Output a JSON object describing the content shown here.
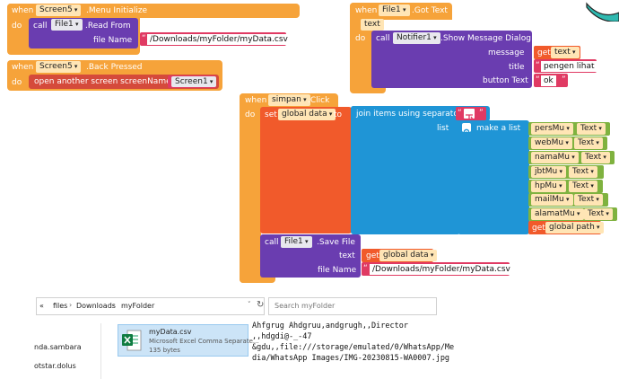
{
  "blocks": {
    "menu_init": {
      "when": "when",
      "component": "Screen5",
      "event": ".Menu Initialize",
      "do": "do",
      "call": "call",
      "file_component": "File1",
      "method": ".Read From",
      "param": "file Name",
      "value": "/Downloads/myFolder/myData.csv"
    },
    "back_pressed": {
      "when": "when",
      "component": "Screen5",
      "event": ".Back Pressed",
      "do": "do",
      "action": "open another screen  screenName",
      "screen": "Screen1"
    },
    "got_text": {
      "when": "when",
      "component": "File1",
      "event": ".Got Text",
      "param": "text",
      "do": "do",
      "call": "call",
      "notifier": "Notifier1",
      "method": ".Show Message Dialog",
      "message_label": "message",
      "message_get": "get",
      "message_var": "text",
      "title_label": "title",
      "title_value": "pengen lihat",
      "button_label": "button Text",
      "button_value": "ok"
    },
    "click": {
      "when": "when",
      "component": "simpan",
      "event": ".Click",
      "do": "do",
      "set": "set",
      "var": "global data",
      "to": "to",
      "join_label": "join items using separator",
      "list_label": "list",
      "make_list": "make a list",
      "items": [
        {
          "name": "persMu",
          "prop": "Text"
        },
        {
          "name": "webMu",
          "prop": "Text"
        },
        {
          "name": "namaMu",
          "prop": "Text"
        },
        {
          "name": "jbtMu",
          "prop": "Text"
        },
        {
          "name": "hpMu",
          "prop": "Text"
        },
        {
          "name": "mailMu",
          "prop": "Text"
        },
        {
          "name": "alamatMu",
          "prop": "Text"
        }
      ],
      "get_label": "get",
      "get_var": "global path",
      "save_call": "call",
      "save_component": "File1",
      "save_method": ".Save File",
      "save_text_label": "text",
      "save_get": "get",
      "save_var": "global data",
      "save_file_label": "file Name",
      "save_value": "/Downloads/myFolder/myData.csv"
    }
  },
  "explorer": {
    "breadcrumb": [
      "files",
      "Downloads",
      "myFolder"
    ],
    "search_placeholder": "Search myFolder",
    "sidebar": [
      "nda.sambara",
      "otstar.dolus"
    ],
    "file": {
      "name": "myData.csv",
      "type": "Microsoft Excel Comma Separate...",
      "size": "135 bytes"
    }
  },
  "csv_preview": [
    "Ahfgrug Ahdgruu,andgrugh,,Director",
    ",,hdgdi@-_-47",
    "&gdu,,file:///storage/emulated/0/WhatsApp/Me",
    "dia/WhatsApp Images/IMG-20230815-WA0007.jpg"
  ],
  "colors": {
    "event": "#f6a33a",
    "component": "#6a3db0",
    "text": "#e03a63",
    "variable": "#f15a2b",
    "lists": "#1f95d6",
    "getter": "#7fb23f"
  }
}
